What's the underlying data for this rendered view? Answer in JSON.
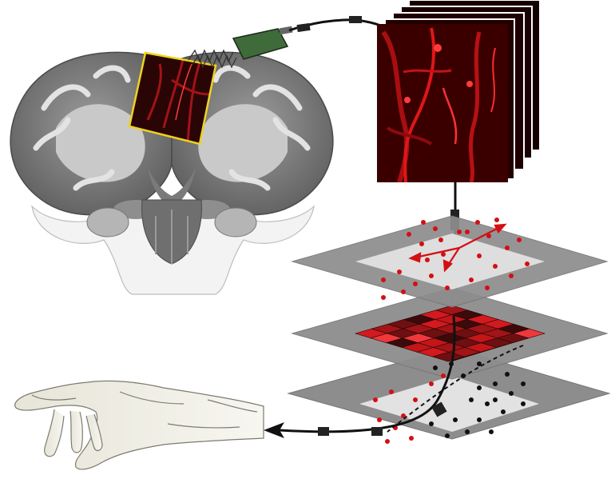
{
  "figure": {
    "panels": [
      {
        "name": "brain-coronal-section"
      },
      {
        "name": "imaging-window"
      },
      {
        "name": "microscope-probe"
      },
      {
        "name": "fluorescence-image-stack"
      },
      {
        "name": "decoder-layer-stack"
      },
      {
        "name": "hand"
      }
    ]
  },
  "colors": {
    "fluorescence": "#d40f14",
    "window_border": "#f0d21e",
    "probe_green": "#3f6b3a",
    "layer_outer": "#8d8d8d",
    "layer_inner": "#d9d9d9",
    "cable": "#111111"
  },
  "scatter_layer": {
    "red_point_count": 31,
    "black_point_count": 20
  }
}
